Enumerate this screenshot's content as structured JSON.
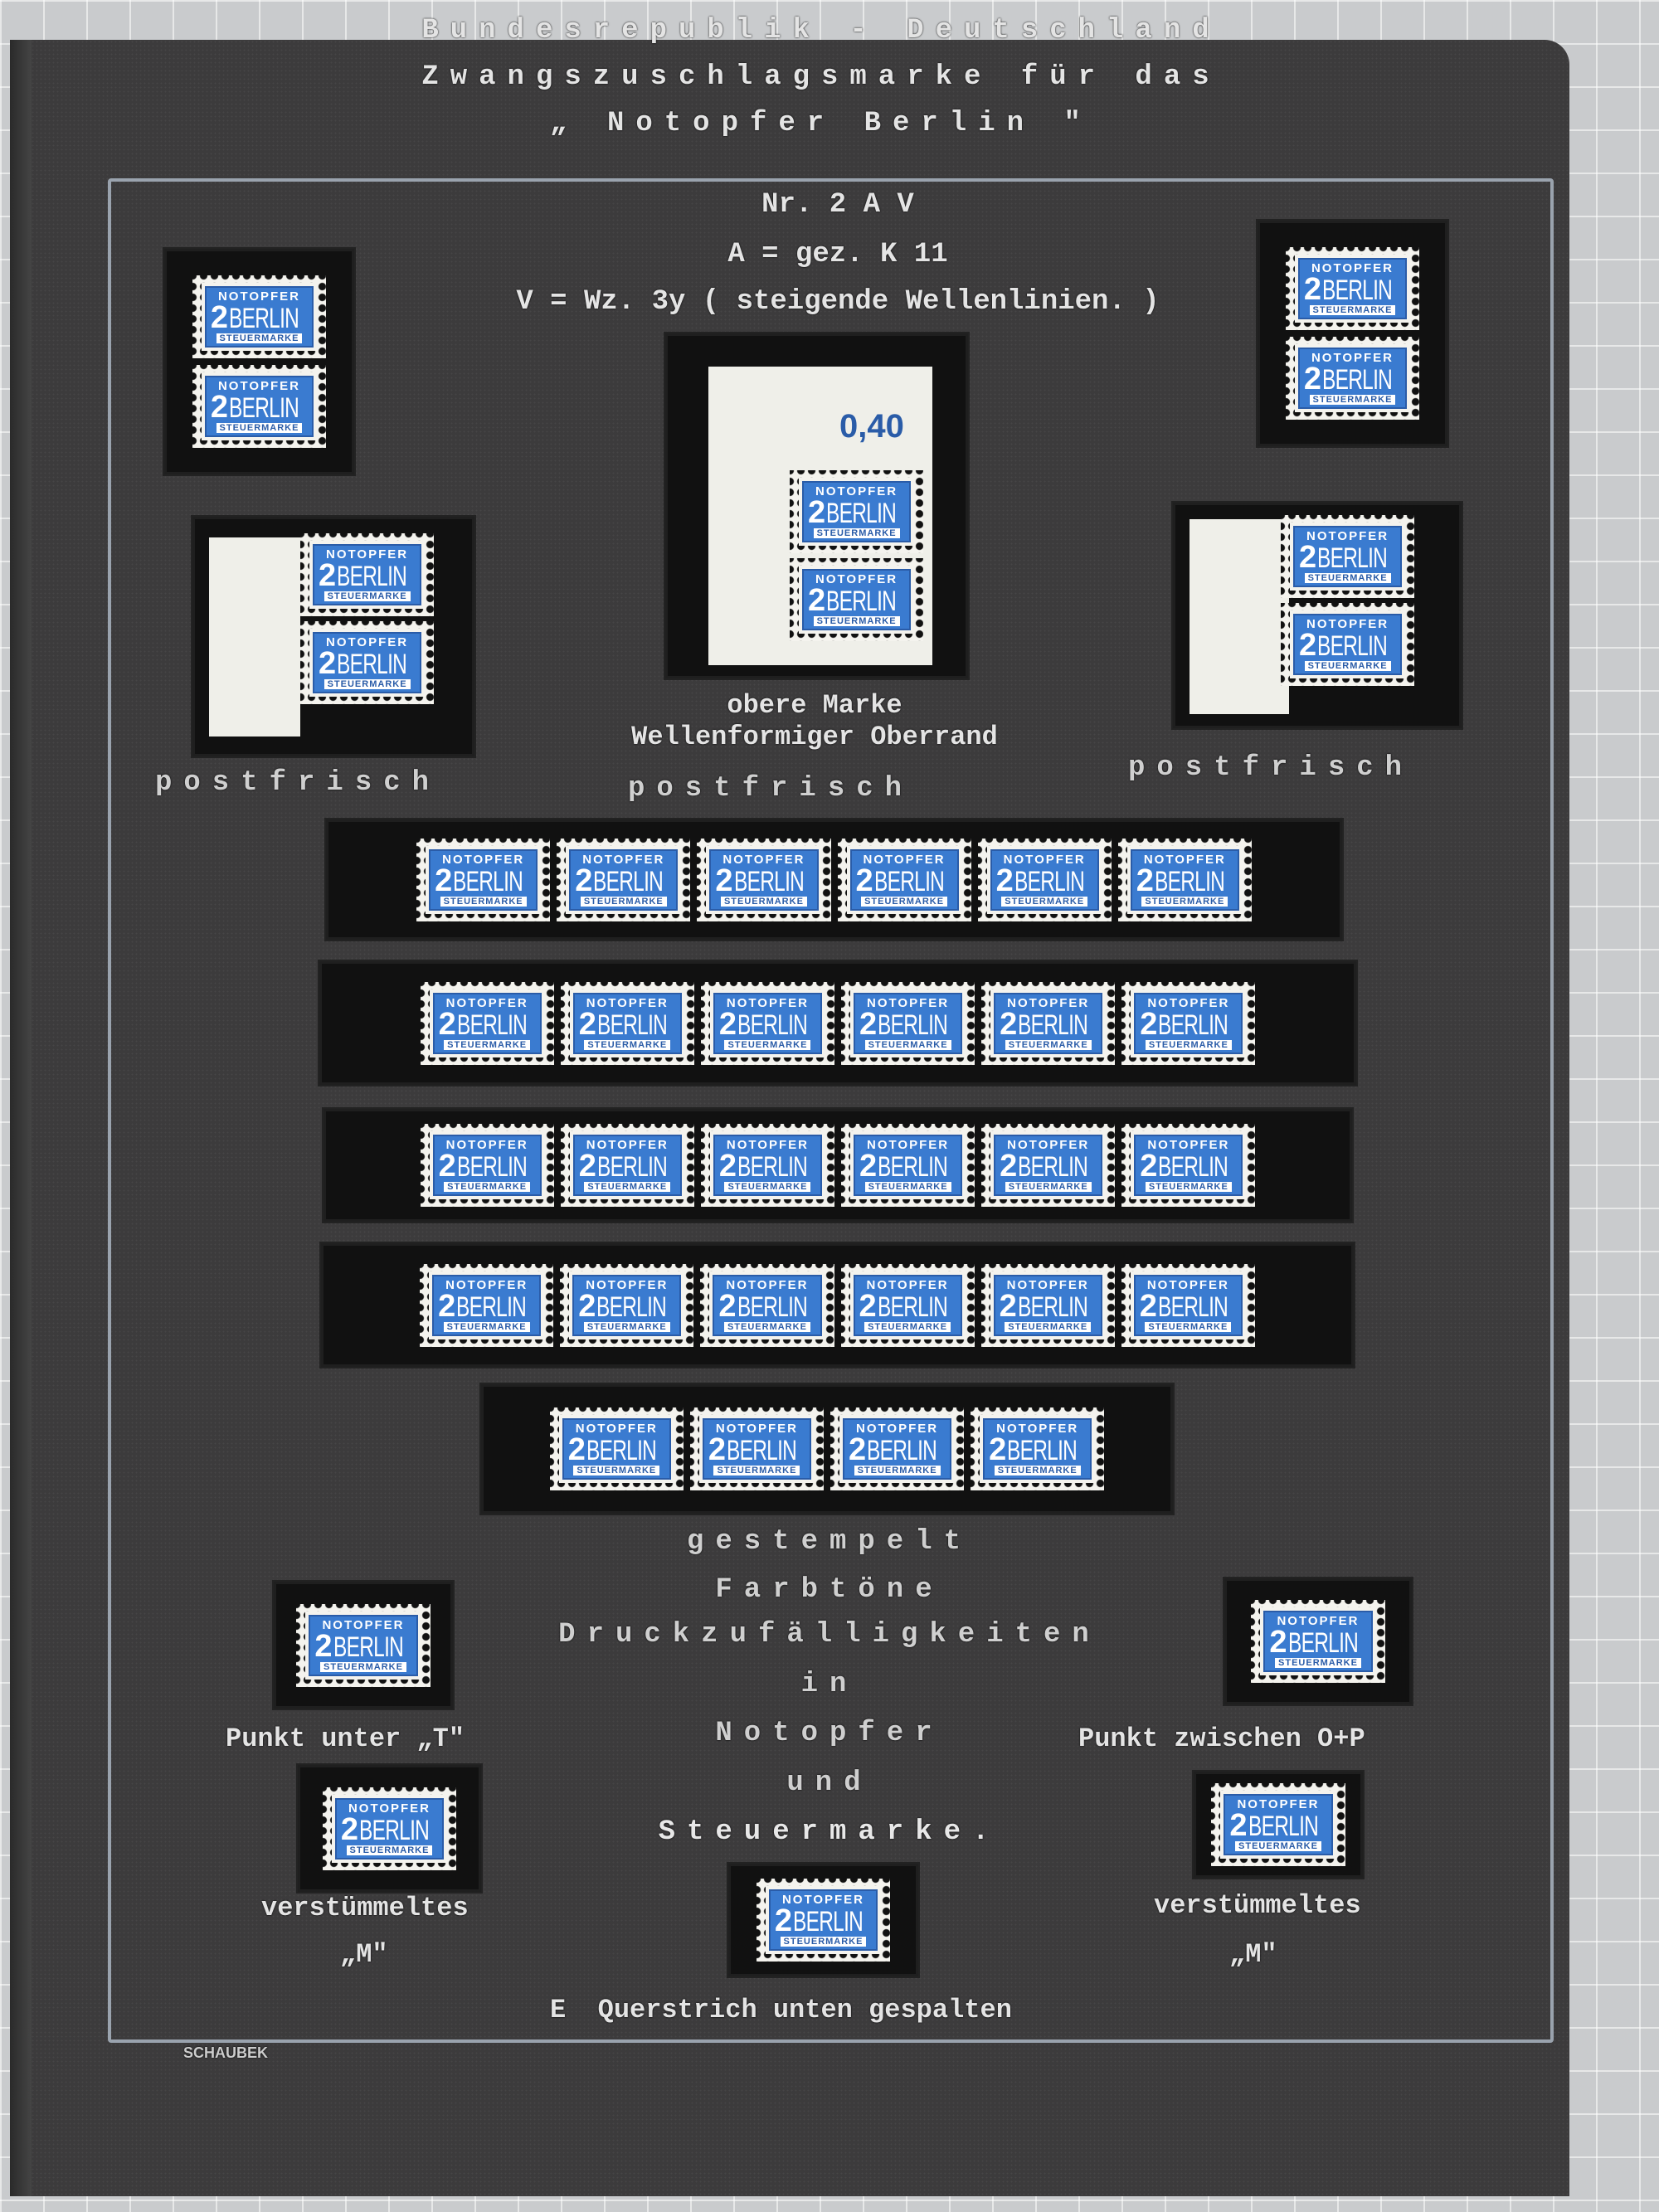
{
  "header": {
    "line1": "Bundesrepublik - Deutschland",
    "line2": "Zwangszuschlagsmarke für das",
    "line3": "„ Notopfer Berlin \""
  },
  "catalog": {
    "number": "Nr. 2 A V",
    "perforation": "A = gez. K 11",
    "watermark": "V = Wz. 3y ( steigende Wellenlinien. )"
  },
  "stamp": {
    "top": "NOTOPFER",
    "value": "2",
    "city": "BERLIN",
    "bottom": "STEUERMARKE"
  },
  "sheet_margin_value": "0,40",
  "notes": {
    "upper_stamp": "obere Marke",
    "wavy_margin": "Wellenformiger Oberrand",
    "mint_left": "postfrisch",
    "mint_center": "postfrisch",
    "mint_right": "postfrisch",
    "used": "gestempelt",
    "shades": "Farbtöne",
    "varieties": "Druckzufälligkeiten",
    "in": "in",
    "notopfer": "Notopfer",
    "and": "und",
    "steuermarke": "Steuermarke.",
    "dot_under_t": "Punkt unter „T\"",
    "dot_between": "Punkt zwischen O+P",
    "mutilated_left": "verstümmeltes",
    "m_left": "„M\"",
    "mutilated_right": "verstümmeltes",
    "m_right": "„M\"",
    "e_split": "E  Querstrich unten gespalten"
  },
  "publisher": "SCHAUBEK",
  "strip_rows": [
    6,
    6,
    6,
    6,
    4
  ],
  "colors": {
    "stamp_blue": "#3a7bd0",
    "page": "#3c3b3c",
    "frame": "#9aa3ae"
  }
}
